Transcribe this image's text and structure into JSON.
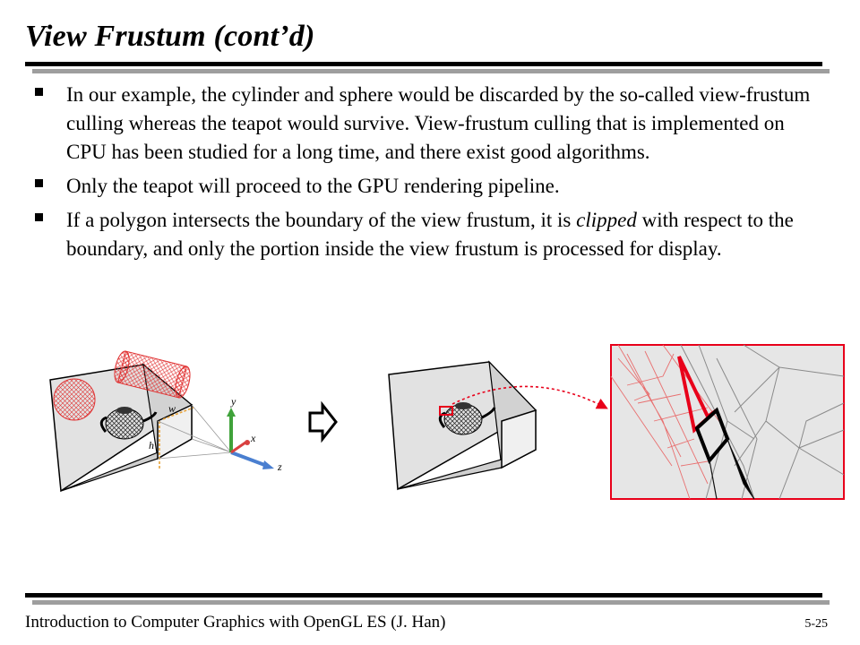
{
  "slide": {
    "title": "View Frustum (cont’d)",
    "bullets": [
      {
        "parts": [
          "In our example, the cylinder and sphere would be discarded by the so-called view-frustum culling whereas the teapot would survive. View-frustum culling that is implemented on CPU has been studied for a long time, and there exist good algorithms."
        ]
      },
      {
        "parts": [
          "Only the teapot will proceed to the GPU rendering pipeline."
        ]
      },
      {
        "parts": [
          "If a polygon intersects the boundary of the view frustum, it is ",
          "clipped",
          " with respect to the boundary, and only the portion inside the view frustum is processed for display."
        ]
      }
    ]
  },
  "figure": {
    "labels": {
      "w": "w",
      "h": "h",
      "y": "y",
      "x": "x",
      "z": "z"
    },
    "colors": {
      "cull_red": "#e03030",
      "clip_red": "#e8001a",
      "y_axis": "#3fa23a",
      "x_axis": "#d94040",
      "z_axis": "#4a7fd0",
      "guide_orange": "#e8a33a"
    }
  },
  "footer": {
    "course": "Introduction to Computer Graphics with OpenGL ES (J. Han)",
    "page": "5-25"
  }
}
